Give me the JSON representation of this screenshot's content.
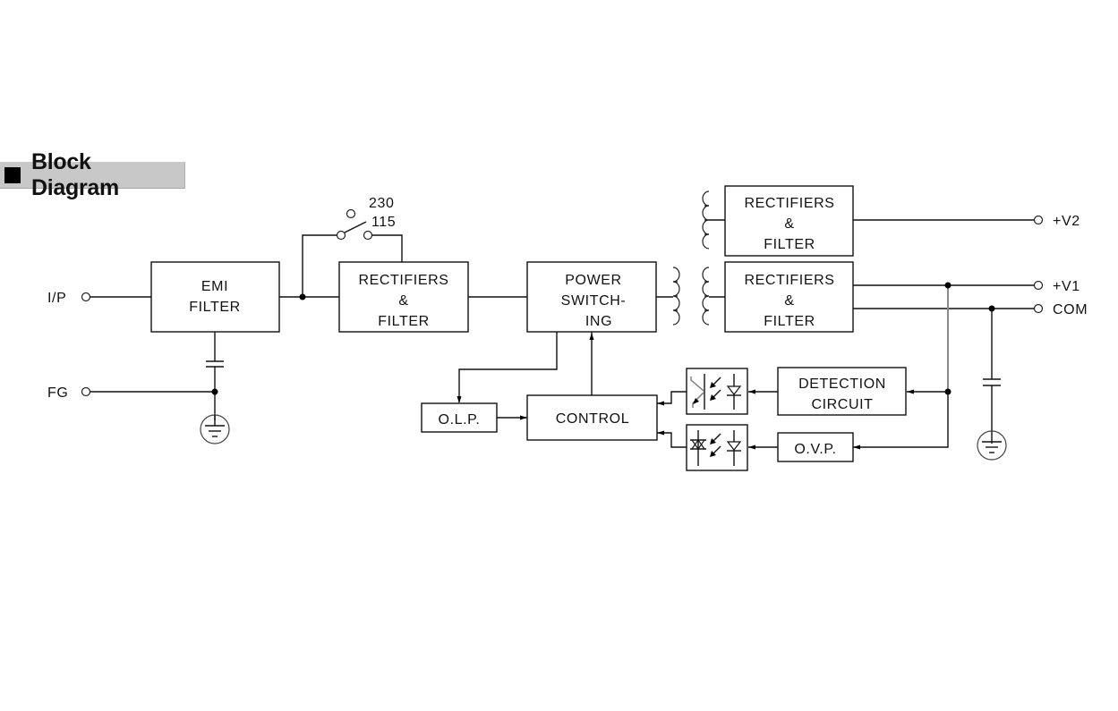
{
  "section": {
    "title": "Block Diagram",
    "bullet_icon": "black-square-icon"
  },
  "terminals": {
    "input": "I/P",
    "frame_ground": "FG",
    "output_v2": "+V2",
    "output_v1": "+V1",
    "common": "COM"
  },
  "switch": {
    "position_high": "230",
    "position_low": "115"
  },
  "blocks": {
    "emi_filter": [
      "EMI",
      "FILTER"
    ],
    "input_rectifier": [
      "RECTIFIERS",
      "&",
      "FILTER"
    ],
    "power_switching": [
      "POWER",
      "SWITCH-",
      "ING"
    ],
    "output_rectifier_v2": [
      "RECTIFIERS",
      "&",
      "FILTER"
    ],
    "output_rectifier_v1": [
      "RECTIFIERS",
      "&",
      "FILTER"
    ],
    "olp": "O.L.P.",
    "control": "CONTROL",
    "detection_circuit": [
      "DETECTION",
      "CIRCUIT"
    ],
    "ovp": "O.V.P."
  },
  "symbols": {
    "transformer": "transformer-icon",
    "optocoupler_transistor": "optocoupler-transistor-icon",
    "optocoupler_thyristor": "optocoupler-thyristor-icon",
    "capacitor": "capacitor-icon",
    "ground": "earth-ground-icon"
  }
}
